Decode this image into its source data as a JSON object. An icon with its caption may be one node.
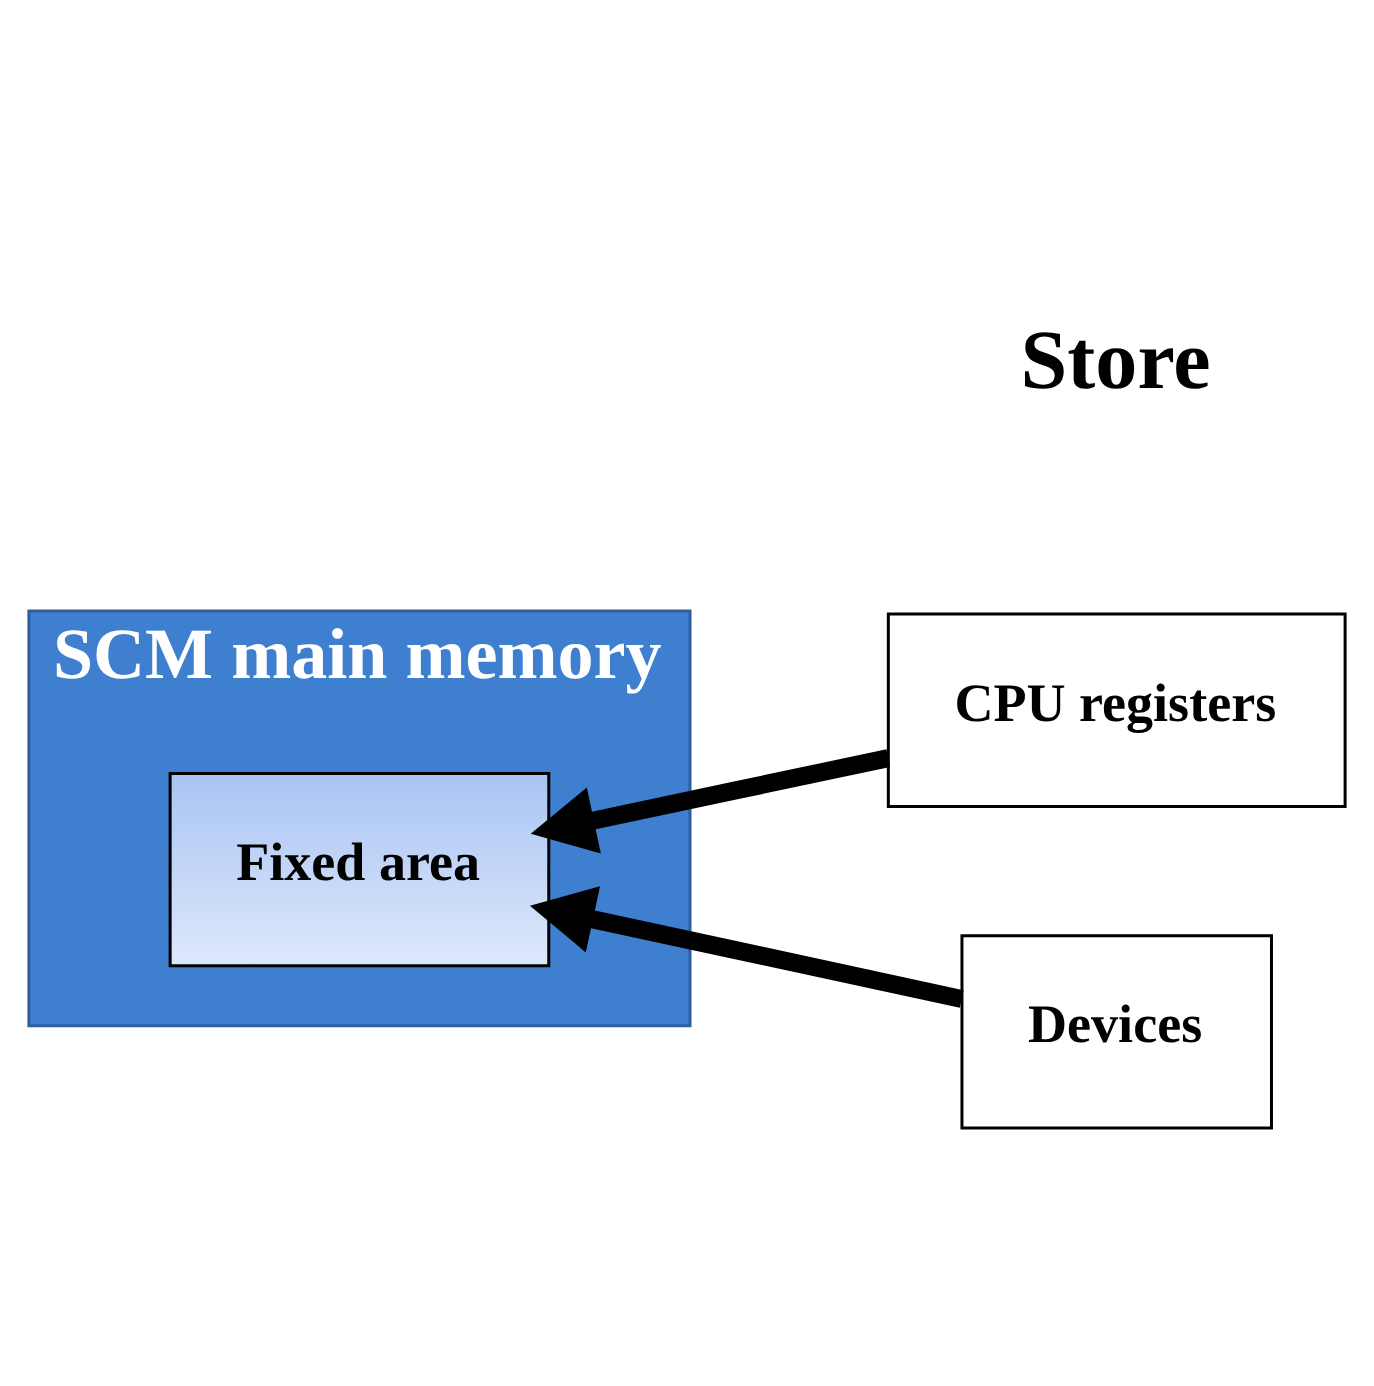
{
  "diagram": {
    "nodes": [
      {
        "text": [
          "SCM main memory"
        ]
      },
      {
        "text": [
          "Fixed area"
        ],
        "in": 0
      },
      {
        "text": [
          "CPU registers"
        ]
      },
      {
        "text": [
          "Devices"
        ]
      }
    ],
    "edges": [
      {
        "from": 2,
        "to": 1,
        "arrow": "to"
      },
      {
        "from": 3,
        "to": 1,
        "arrow": "to"
      }
    ],
    "labels": [
      "Store"
    ]
  }
}
